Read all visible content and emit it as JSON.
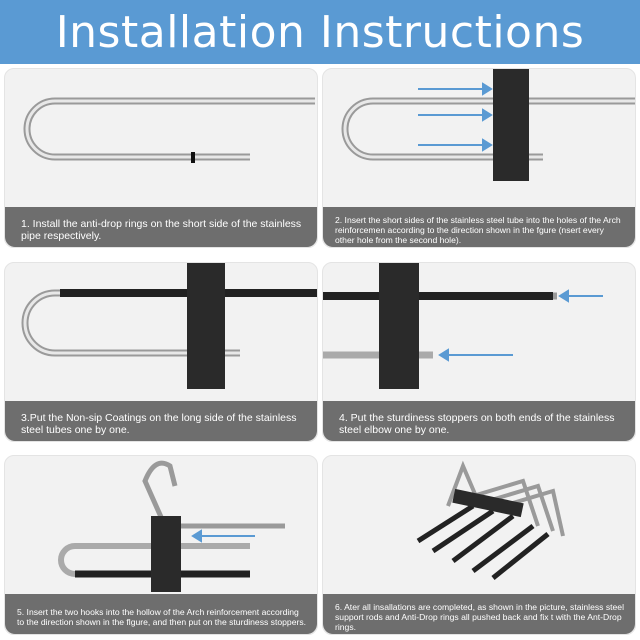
{
  "title": "Installation Instructions",
  "steps": [
    {
      "text": "1. Install the anti-drop rings on the short side of the stainless pipe respectively."
    },
    {
      "text": "2. Insert the short sides of the stainless steel tube into the holes of the Arch reinforcemen according to the direction shown in the fgure (nsert every other hole from the second hole)."
    },
    {
      "text": "3.Put the Non-sip Coatings on the long side of the stainless steel tubes one by one."
    },
    {
      "text": "4. Put the sturdiness stoppers on both ends of the stainless steel elbow one by one."
    },
    {
      "text": "5. Insert the two hooks into the hollow of the Arch reinforcement according to the direction shown in the flgure, and then put on the sturdiness stoppers."
    },
    {
      "text": "6. Ater all insallations are completed, as shown in the picture, stainless steel support rods and Anti-Drop rings all pushed back and fix t with the Ant-Drop rings."
    }
  ],
  "colors": {
    "banner": "#5a9ad3",
    "caption": "#6e6e6e",
    "arrow": "#5a9ad3"
  }
}
